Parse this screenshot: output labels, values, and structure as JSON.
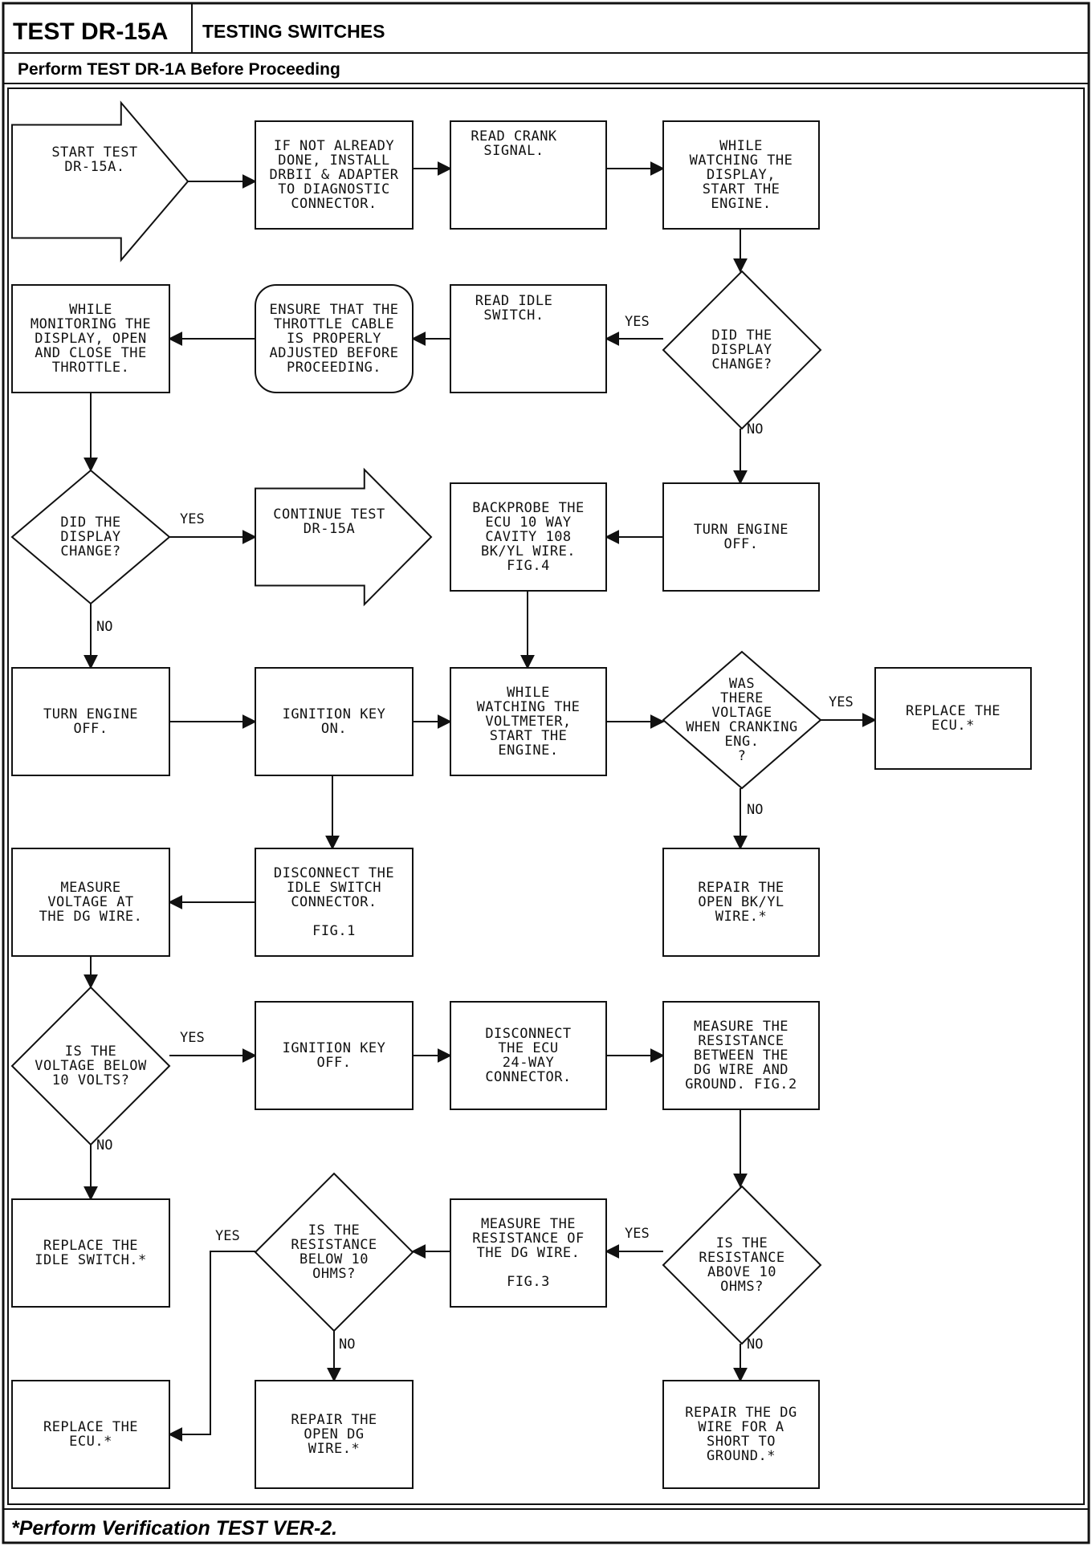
{
  "header": {
    "test_id": "TEST DR-15A",
    "title": "TESTING SWITCHES",
    "subtitle": "Perform TEST DR-1A Before Proceeding"
  },
  "footer": {
    "note": "*Perform Verification TEST VER-2."
  },
  "nodes": {
    "start": [
      "START TEST",
      "DR-15A."
    ],
    "install": [
      "IF NOT ALREADY",
      "DONE, INSTALL",
      "DRBII & ADAPTER",
      "TO DIAGNOSTIC",
      "CONNECTOR."
    ],
    "read_crank": [
      "READ CRANK",
      "SIGNAL."
    ],
    "watch_start": [
      "WHILE",
      "WATCHING THE",
      "DISPLAY,",
      "START THE",
      "ENGINE."
    ],
    "d_display1": [
      "DID THE",
      "DISPLAY",
      "CHANGE?"
    ],
    "read_idle": [
      "READ IDLE",
      "SWITCH."
    ],
    "ensure_throttle": [
      "ENSURE THAT THE",
      "THROTTLE CABLE",
      "IS PROPERLY",
      "ADJUSTED BEFORE",
      "PROCEEDING."
    ],
    "monitor_throttle": [
      "WHILE",
      "MONITORING THE",
      "DISPLAY, OPEN",
      "AND CLOSE THE",
      "THROTTLE."
    ],
    "d_display2": [
      "DID THE",
      "DISPLAY",
      "CHANGE?"
    ],
    "continue_test": [
      "CONTINUE TEST",
      "DR-15A"
    ],
    "backprobe": [
      "BACKPROBE THE",
      "ECU 10 WAY",
      "CAVITY 108",
      "BK/YL WIRE.",
      "FIG.4"
    ],
    "turn_off1": [
      "TURN ENGINE",
      "OFF."
    ],
    "turn_off2": [
      "TURN ENGINE",
      "OFF."
    ],
    "ign_on": [
      "IGNITION KEY",
      "ON."
    ],
    "watch_volt": [
      "WHILE",
      "WATCHING THE",
      "VOLTMETER,",
      "START THE",
      "ENGINE."
    ],
    "d_voltage": [
      "WAS",
      "THERE",
      "VOLTAGE",
      "WHEN CRANKING",
      "ENG.",
      "?"
    ],
    "replace_ecu1": [
      "REPLACE THE",
      "ECU.*"
    ],
    "repair_bkyl": [
      "REPAIR THE",
      "OPEN BK/YL",
      "WIRE.*"
    ],
    "disconnect_idle": [
      "DISCONNECT THE",
      "IDLE SWITCH",
      "CONNECTOR.",
      "",
      "FIG.1"
    ],
    "measure_dg": [
      "MEASURE",
      "VOLTAGE AT",
      "THE DG WIRE."
    ],
    "d_below10v": [
      "IS THE",
      "VOLTAGE BELOW",
      "10 VOLTS?"
    ],
    "ign_off": [
      "IGNITION KEY",
      "OFF."
    ],
    "disconnect_ecu": [
      "DISCONNECT",
      "THE ECU",
      "24-WAY",
      "CONNECTOR."
    ],
    "measure_res_ground": [
      "MEASURE THE",
      "RESISTANCE",
      "BETWEEN THE",
      "DG WIRE AND",
      "GROUND. FIG.2"
    ],
    "replace_idle": [
      "REPLACE THE",
      "IDLE SWITCH.*"
    ],
    "d_below10ohm": [
      "IS THE",
      "RESISTANCE",
      "BELOW 10",
      "OHMS?"
    ],
    "measure_res_dg": [
      "MEASURE THE",
      "RESISTANCE OF",
      "THE DG WIRE.",
      "",
      "FIG.3"
    ],
    "d_above10ohm": [
      "IS THE",
      "RESISTANCE",
      "ABOVE 10",
      "OHMS?"
    ],
    "replace_ecu2": [
      "REPLACE THE",
      "ECU.*"
    ],
    "repair_open_dg": [
      "REPAIR THE",
      "OPEN DG",
      "WIRE.*"
    ],
    "repair_short": [
      "REPAIR THE DG",
      "WIRE FOR A",
      "SHORT TO",
      "GROUND.*"
    ]
  },
  "edge_labels": {
    "yes": "YES",
    "no": "NO"
  }
}
